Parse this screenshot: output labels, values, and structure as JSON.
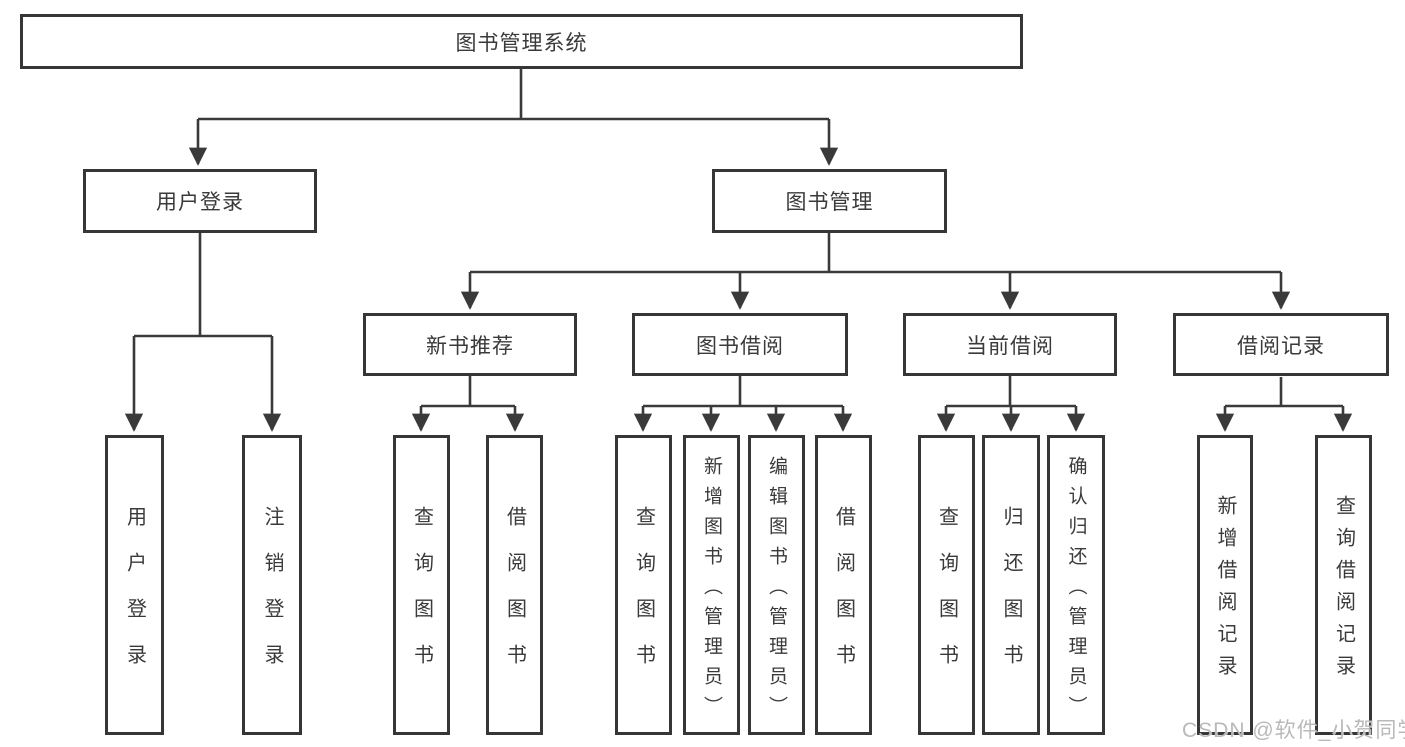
{
  "tree": {
    "root": {
      "label": "图书管理系统"
    },
    "children": [
      {
        "label": "用户登录",
        "children": [
          {
            "label": "用户登录"
          },
          {
            "label": "注销登录"
          }
        ]
      },
      {
        "label": "图书管理",
        "children": [
          {
            "label": "新书推荐",
            "children": [
              {
                "label": "查询图书"
              },
              {
                "label": "借阅图书"
              }
            ]
          },
          {
            "label": "图书借阅",
            "children": [
              {
                "label": "查询图书"
              },
              {
                "label": "新增图书（管理员）"
              },
              {
                "label": "编辑图书（管理员）"
              },
              {
                "label": "借阅图书"
              }
            ]
          },
          {
            "label": "当前借阅",
            "children": [
              {
                "label": "查询图书"
              },
              {
                "label": "归还图书"
              },
              {
                "label": "确认归还（管理员）"
              }
            ]
          },
          {
            "label": "借阅记录",
            "children": [
              {
                "label": "新增借阅记录"
              },
              {
                "label": "查询借阅记录"
              }
            ]
          }
        ]
      }
    ]
  },
  "watermark": "CSDN @软件_小贺同学",
  "colors": {
    "line": "#3a3a3a",
    "box_border": "#363636",
    "text": "#3a3a3a",
    "watermark": "#b9b9b9",
    "background": "#ffffff"
  }
}
